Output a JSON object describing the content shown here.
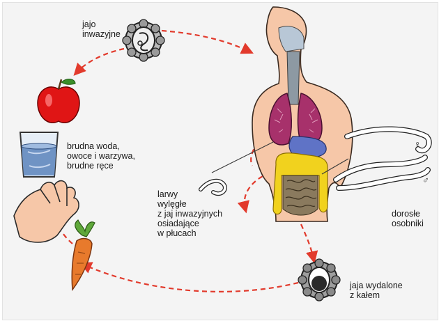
{
  "labels": {
    "egg_invasive": "jajo\ninwazyjne",
    "dirty_sources": "brudna woda,\nowoce i warzywa,\nbrudne ręce",
    "larvae": "larwy\nwylęgłe\nz jaj inwazyjnych\nosiadające\nw płucach",
    "adults": "dorosłe\nosobniki",
    "eggs_excreted": "jaja wydalone\nz kałem",
    "female_symbol": "♀",
    "male_symbol": "♂"
  },
  "colors": {
    "cycle_arrow": "#e23a2c",
    "skin": "#f6c7a8",
    "lungs": "#a7316b",
    "intestine_outline": "#f1d21e",
    "worm": "#ffffff",
    "apple": "#e01515",
    "carrot": "#e87a2c",
    "background": "#f4f4f4"
  },
  "icons": [
    "egg-icon",
    "apple-icon",
    "water-glass-icon",
    "hand-icon",
    "carrot-icon",
    "human-torso-icon",
    "larva-icon",
    "adult-worm-icon",
    "excreted-egg-icon"
  ]
}
